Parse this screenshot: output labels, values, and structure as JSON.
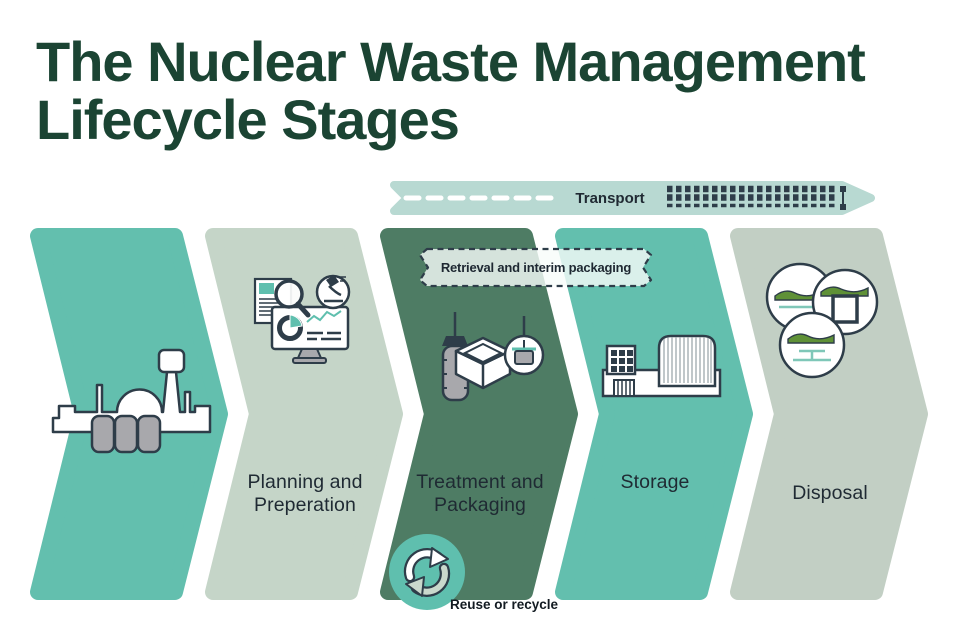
{
  "title": "The Nuclear Waste Management\nLifecycle Stages",
  "theme": {
    "title_color": "#1b4433",
    "outline_color": "#2e3d49",
    "label_color": "#1f2a33"
  },
  "transport": {
    "label": "Transport",
    "banner_color": "#b8d9d2",
    "icons": [
      "road-dashed-line-icon",
      "railway-track-icon"
    ]
  },
  "retrieval_tag": {
    "label": "Retrieval and interim packaging"
  },
  "stages": [
    {
      "label": "",
      "color": "#63bfae",
      "icon": "nuclear-plant-icon"
    },
    {
      "label": "Planning and Preperation",
      "color": "#c5d5c8",
      "icon": "research-monitor-icon"
    },
    {
      "label": "Treatment and Packaging",
      "color": "#4e7c64",
      "icon": "crane-packaging-icon"
    },
    {
      "label": "Storage",
      "color": "#63bfae",
      "icon": "storage-facility-icon"
    },
    {
      "label": "Disposal",
      "color": "#c2cfc4",
      "icon": "underground-disposal-icon"
    }
  ],
  "reuse": {
    "label": "Reuse or recycle",
    "badge_color": "#5fbfae",
    "icon": "recycle-arrows-icon"
  }
}
